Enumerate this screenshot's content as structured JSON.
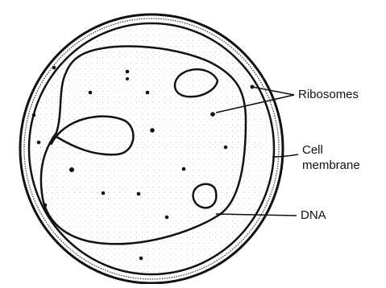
{
  "labels": {
    "ribosomes": "Ribosomes",
    "cell_membrane_line1": "Cell",
    "cell_membrane_line2": "membrane",
    "dna": "DNA"
  },
  "colors": {
    "ink": "#111111",
    "stipple": "#9a9a9a",
    "background": "#ffffff"
  }
}
